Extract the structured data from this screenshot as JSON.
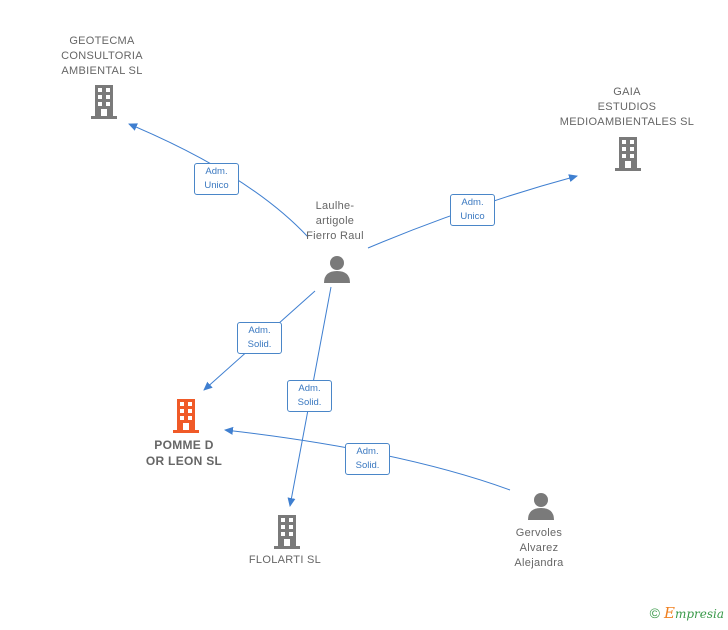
{
  "colors": {
    "edge": "#3f7fd0",
    "company": "#7a7a7a",
    "company_highlight": "#f05a28",
    "person": "#7a7a7a"
  },
  "nodes": {
    "geotecma": {
      "label": "GEOTECMA\nCONSULTORIA\nAMBIENTAL  SL",
      "icon": "building-icon"
    },
    "gaia": {
      "label": "GAIA\nESTUDIOS\nMEDIOAMBIENTALES SL",
      "icon": "building-icon"
    },
    "laulhe": {
      "label": "Laulhe-\nartigole\nFierro Raul",
      "icon": "person-icon"
    },
    "pomme": {
      "label": "POMME D\nOR LEON  SL",
      "icon": "building-icon"
    },
    "florarti": {
      "label": "FLOLARTI  SL",
      "icon": "building-icon"
    },
    "gervoles": {
      "label": "Gervoles\nAlvarez\nAlejandra",
      "icon": "person-icon"
    }
  },
  "edges": {
    "e1": "Adm.\nUnico",
    "e2": "Adm.\nUnico",
    "e3": "Adm.\nSolid.",
    "e4": "Adm.\nSolid.",
    "e5": "Adm.\nSolid."
  },
  "footer": {
    "copyright": "©",
    "brand_initial": "E",
    "brand_rest": "mpresia"
  }
}
